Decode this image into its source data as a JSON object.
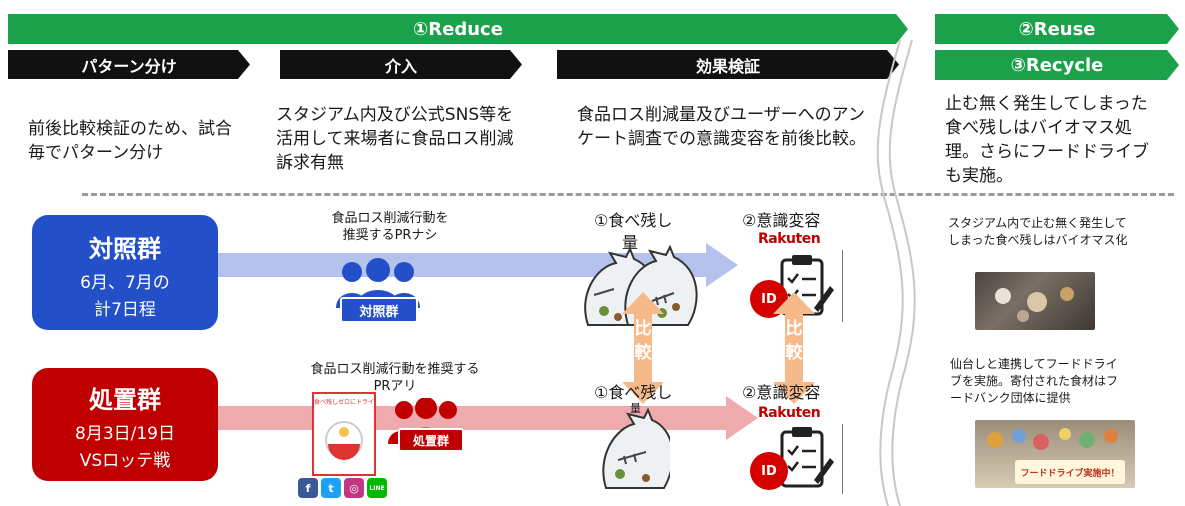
{
  "banners": {
    "reduce": "①Reduce",
    "reuse": "②Reuse",
    "recycle": "③Recycle"
  },
  "steps": {
    "pattern": "パターン分け",
    "intervention": "介入",
    "verify": "効果検証"
  },
  "descriptions": {
    "pattern": "前後比較検証のため、試合毎でパターン分け",
    "intervention": "スタジアム内及び公式SNS等を活用して来場者に食品ロス削減訴求有無",
    "verify": "食品ロス削減量及びユーザーへのアンケート調査での意識変容を前後比較。",
    "recycle": "止む無く発生してしまった食べ残しはバイオマス処理。さらにフードドライブも実施。"
  },
  "control": {
    "title": "対照群",
    "detail_line1": "6月、7月の",
    "detail_line2": "計7日程",
    "pr_text_line1": "食品ロス削減行動を",
    "pr_text_line2": "推奨するPRナシ",
    "people_badge": "対照群",
    "food_label_line1": "①食べ残し",
    "food_label_line2": "量",
    "awareness_label": "②意識変容"
  },
  "treatment": {
    "title": "処置群",
    "detail_line1": "8月3日/19日",
    "detail_line2": "VSロッテ戦",
    "pr_text_line1": "食品ロス削減行動を推奨する",
    "pr_text_line2": "PRアリ",
    "people_badge": "処置群",
    "food_label": "①食べ残し",
    "food_label_extra": "量",
    "awareness_label": "②意識変容",
    "poster_text": "食べ残しゼロにトライ"
  },
  "compare": {
    "char1": "比",
    "char2": "較"
  },
  "rakuten": "Rakuten",
  "id_badge": "ID",
  "sns": [
    "f",
    "t",
    "◎",
    "LINE"
  ],
  "recycle_notes": {
    "biomass": "スタジアム内で止む無く発生してしまった食べ残しはバイオマス化",
    "food_drive": "仙台しと連携してフードドライブを実施。寄付された食材はフードバンク団体に提供",
    "food_drive_sign": "フードドライブ実施中！"
  },
  "colors": {
    "green": "#1aa14a",
    "control_blue": "#2350c8",
    "treatment_red": "#c00000",
    "arrow_blue": "#b5c2ee",
    "arrow_red": "#eeaaad",
    "compare_orange": "#f5b98a"
  }
}
